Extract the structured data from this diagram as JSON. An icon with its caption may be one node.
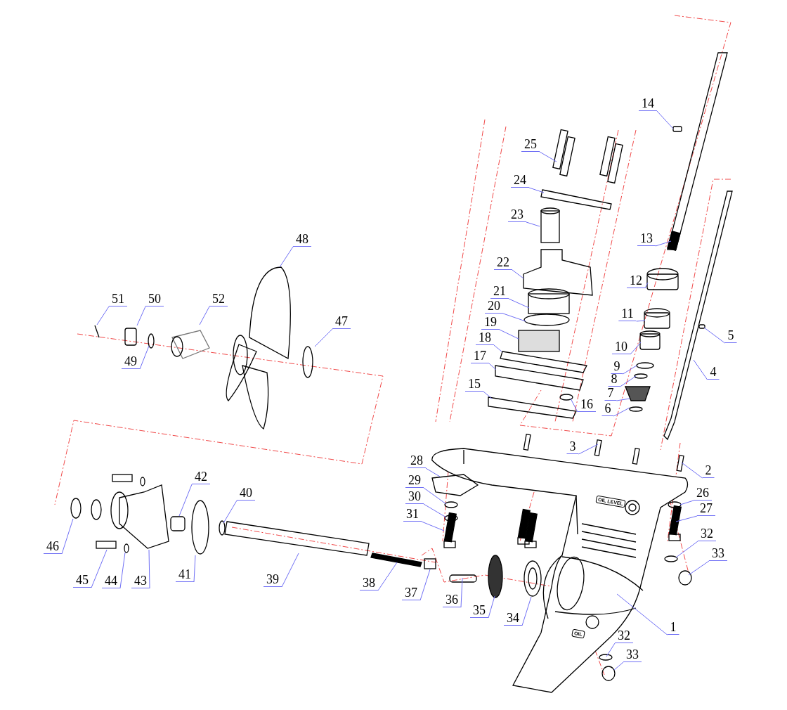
{
  "diagram": {
    "nodes": [
      {
        "text": [
          "1"
        ]
      },
      {
        "text": [
          "2"
        ]
      },
      {
        "text": [
          "3"
        ]
      },
      {
        "text": [
          "4"
        ]
      },
      {
        "text": [
          "5"
        ]
      },
      {
        "text": [
          "6"
        ]
      },
      {
        "text": [
          "7"
        ]
      },
      {
        "text": [
          "8"
        ]
      },
      {
        "text": [
          "9"
        ]
      },
      {
        "text": [
          "10"
        ]
      },
      {
        "text": [
          "11"
        ]
      },
      {
        "text": [
          "12"
        ]
      },
      {
        "text": [
          "13"
        ]
      },
      {
        "text": [
          "14"
        ]
      },
      {
        "text": [
          "15"
        ]
      },
      {
        "text": [
          "16"
        ]
      },
      {
        "text": [
          "17"
        ]
      },
      {
        "text": [
          "18"
        ]
      },
      {
        "text": [
          "19"
        ]
      },
      {
        "text": [
          "20"
        ]
      },
      {
        "text": [
          "21"
        ]
      },
      {
        "text": [
          "22"
        ]
      },
      {
        "text": [
          "23"
        ]
      },
      {
        "text": [
          "24"
        ]
      },
      {
        "text": [
          "25"
        ]
      },
      {
        "text": [
          "26"
        ]
      },
      {
        "text": [
          "27"
        ]
      },
      {
        "text": [
          "28"
        ]
      },
      {
        "text": [
          "29"
        ]
      },
      {
        "text": [
          "30"
        ]
      },
      {
        "text": [
          "31"
        ]
      },
      {
        "text": [
          "32"
        ]
      },
      {
        "text": [
          "33"
        ]
      },
      {
        "text": [
          "32"
        ]
      },
      {
        "text": [
          "33"
        ]
      },
      {
        "text": [
          "34"
        ]
      },
      {
        "text": [
          "35"
        ]
      },
      {
        "text": [
          "36"
        ]
      },
      {
        "text": [
          "37"
        ]
      },
      {
        "text": [
          "38"
        ]
      },
      {
        "text": [
          "39"
        ]
      },
      {
        "text": [
          "40"
        ]
      },
      {
        "text": [
          "41"
        ]
      },
      {
        "text": [
          "42"
        ]
      },
      {
        "text": [
          "43"
        ]
      },
      {
        "text": [
          "44"
        ]
      },
      {
        "text": [
          "45"
        ]
      },
      {
        "text": [
          "46"
        ]
      },
      {
        "text": [
          "47"
        ]
      },
      {
        "text": [
          "48"
        ]
      },
      {
        "text": [
          "49"
        ]
      },
      {
        "text": [
          "50"
        ]
      },
      {
        "text": [
          "51"
        ]
      },
      {
        "text": [
          "52"
        ]
      }
    ],
    "edges": [
      {
        "from": 0,
        "to": null,
        "arrow": "none"
      },
      {
        "from": 1,
        "to": null,
        "arrow": "none"
      },
      {
        "from": 2,
        "to": null,
        "arrow": "none"
      },
      {
        "from": 3,
        "to": null,
        "arrow": "none"
      },
      {
        "from": 4,
        "to": null,
        "arrow": "none"
      },
      {
        "from": 5,
        "to": null,
        "arrow": "none"
      },
      {
        "from": 6,
        "to": null,
        "arrow": "none"
      },
      {
        "from": 7,
        "to": null,
        "arrow": "none"
      },
      {
        "from": 8,
        "to": null,
        "arrow": "none"
      },
      {
        "from": 9,
        "to": null,
        "arrow": "none"
      },
      {
        "from": 10,
        "to": null,
        "arrow": "none"
      },
      {
        "from": 11,
        "to": null,
        "arrow": "none"
      },
      {
        "from": 12,
        "to": null,
        "arrow": "none"
      },
      {
        "from": 13,
        "to": null,
        "arrow": "none"
      },
      {
        "from": 14,
        "to": null,
        "arrow": "none"
      },
      {
        "from": 15,
        "to": null,
        "arrow": "none"
      },
      {
        "from": 16,
        "to": null,
        "arrow": "none"
      },
      {
        "from": 17,
        "to": null,
        "arrow": "none"
      },
      {
        "from": 18,
        "to": null,
        "arrow": "none"
      },
      {
        "from": 19,
        "to": null,
        "arrow": "none"
      },
      {
        "from": 20,
        "to": null,
        "arrow": "none"
      },
      {
        "from": 21,
        "to": null,
        "arrow": "none"
      },
      {
        "from": 22,
        "to": null,
        "arrow": "none"
      },
      {
        "from": 23,
        "to": null,
        "arrow": "none"
      },
      {
        "from": 24,
        "to": null,
        "arrow": "none"
      },
      {
        "from": 25,
        "to": null,
        "arrow": "none"
      },
      {
        "from": 26,
        "to": null,
        "arrow": "none"
      },
      {
        "from": 27,
        "to": null,
        "arrow": "none"
      },
      {
        "from": 28,
        "to": null,
        "arrow": "none"
      },
      {
        "from": 29,
        "to": null,
        "arrow": "none"
      },
      {
        "from": 30,
        "to": null,
        "arrow": "none"
      },
      {
        "from": 31,
        "to": null,
        "arrow": "none"
      },
      {
        "from": 32,
        "to": null,
        "arrow": "none"
      },
      {
        "from": 33,
        "to": null,
        "arrow": "none"
      },
      {
        "from": 34,
        "to": null,
        "arrow": "none"
      },
      {
        "from": 35,
        "to": null,
        "arrow": "none"
      },
      {
        "from": 36,
        "to": null,
        "arrow": "none"
      },
      {
        "from": 37,
        "to": null,
        "arrow": "none"
      },
      {
        "from": 38,
        "to": null,
        "arrow": "none"
      },
      {
        "from": 39,
        "to": null,
        "arrow": "none"
      },
      {
        "from": 40,
        "to": null,
        "arrow": "none"
      },
      {
        "from": 41,
        "to": null,
        "arrow": "none"
      },
      {
        "from": 42,
        "to": null,
        "arrow": "none"
      },
      {
        "from": 43,
        "to": null,
        "arrow": "none"
      },
      {
        "from": 44,
        "to": null,
        "arrow": "none"
      },
      {
        "from": 45,
        "to": null,
        "arrow": "none"
      },
      {
        "from": 46,
        "to": null,
        "arrow": "none"
      },
      {
        "from": 47,
        "to": null,
        "arrow": "none"
      },
      {
        "from": 48,
        "to": null,
        "arrow": "none"
      },
      {
        "from": 49,
        "to": null,
        "arrow": "none"
      },
      {
        "from": 50,
        "to": null,
        "arrow": "none"
      },
      {
        "from": 51,
        "to": null,
        "arrow": "none"
      },
      {
        "from": 52,
        "to": null,
        "arrow": "none"
      },
      {
        "from": 53,
        "to": null,
        "arrow": "none"
      }
    ],
    "labels": [
      "OIL LEVEL",
      "OIL"
    ]
  }
}
